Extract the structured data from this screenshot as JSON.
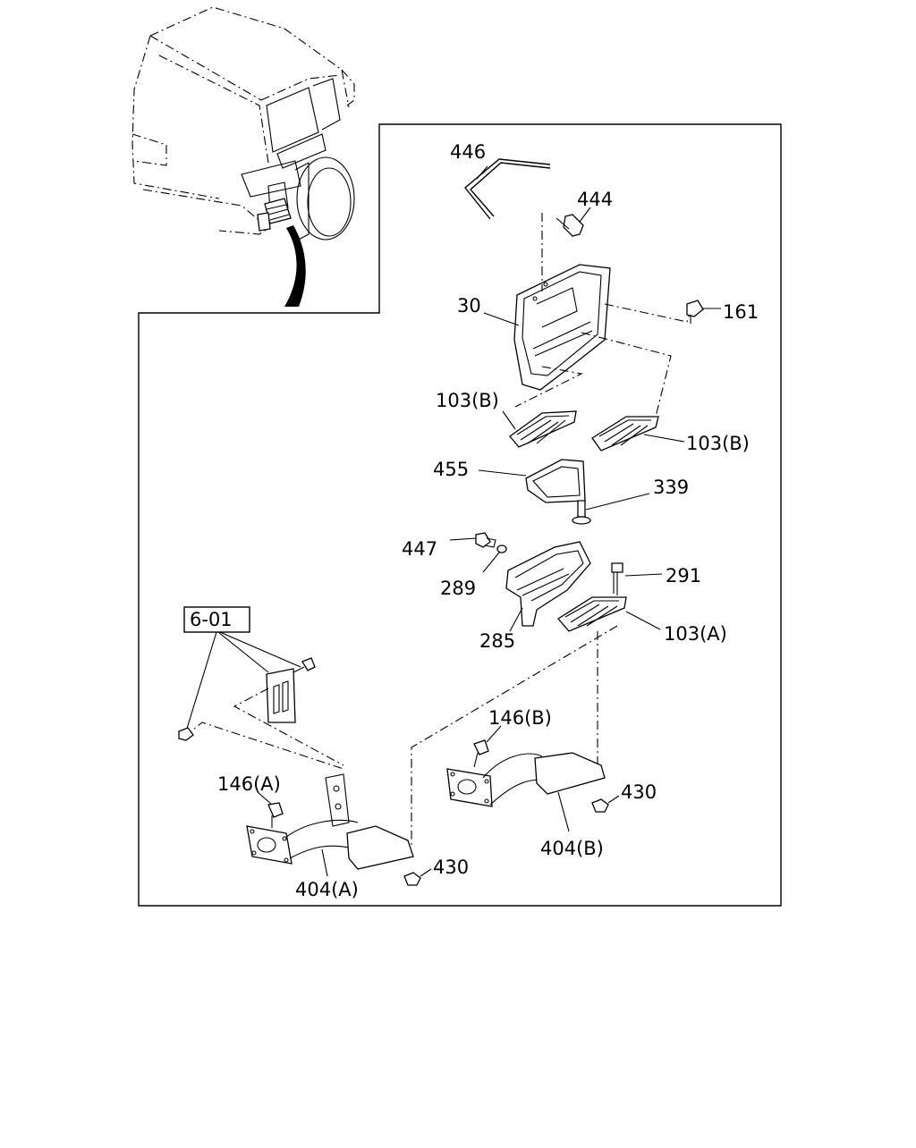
{
  "diagram": {
    "reference_box_label": "6-01",
    "part_labels": {
      "p446": "446",
      "p444": "444",
      "p161": "161",
      "p30": "30",
      "p103b_left": "103(B)",
      "p103b_right": "103(B)",
      "p455": "455",
      "p339": "339",
      "p447": "447",
      "p289": "289",
      "p291": "291",
      "p285": "285",
      "p103a": "103(A)",
      "p146b": "146(B)",
      "p146a": "146(A)",
      "p430_right": "430",
      "p404b": "404(B)",
      "p430_left": "430",
      "p404a": "404(A)"
    }
  }
}
